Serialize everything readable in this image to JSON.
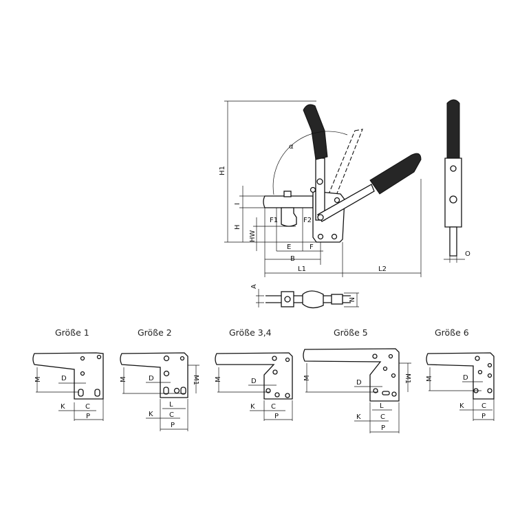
{
  "main_view": {
    "labels": {
      "h1": "H1",
      "alpha": "α",
      "i": "I",
      "h": "H",
      "hw": "HW",
      "f1": "F1",
      "f2": "F2",
      "e": "E",
      "f": "F",
      "b": "B",
      "l1": "L1",
      "l2": "L2"
    }
  },
  "side_view": {
    "labels": {
      "o": "O"
    }
  },
  "top_view": {
    "labels": {
      "a": "A",
      "n": "N"
    }
  },
  "sizes": [
    {
      "title": "Größe 1",
      "labels": {
        "m": "M",
        "d": "D",
        "k": "K",
        "c": "C",
        "p": "P"
      }
    },
    {
      "title": "Größe 2",
      "labels": {
        "m": "M",
        "m1": "M1",
        "d": "D",
        "l": "L",
        "k": "K",
        "c": "C",
        "p": "P"
      }
    },
    {
      "title": "Größe 3,4",
      "labels": {
        "m": "M",
        "d": "D",
        "k": "K",
        "c": "C",
        "p": "P"
      }
    },
    {
      "title": "Größe 5",
      "labels": {
        "m": "M",
        "m1": "M1",
        "d": "D",
        "l": "L",
        "k": "K",
        "c": "C",
        "p": "P"
      }
    },
    {
      "title": "Größe 6",
      "labels": {
        "m": "M",
        "d": "D",
        "k": "K",
        "c": "C",
        "p": "P"
      }
    }
  ]
}
